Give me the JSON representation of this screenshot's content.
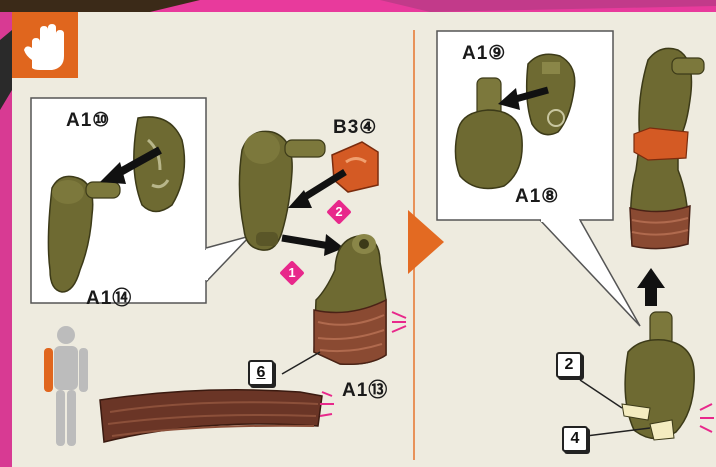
{
  "callout_left": {
    "part_top": "A1⑩",
    "part_bottom": "A1⑭"
  },
  "main_parts": {
    "b_part": "B3④",
    "leg_part": "A1⑬"
  },
  "order_marks": [
    "1",
    "2"
  ],
  "tags": {
    "sticker6": "6",
    "sticker2": "2",
    "sticker4": "4"
  },
  "callout_right": {
    "part_top": "A1⑨",
    "part_bottom": "A1⑧"
  },
  "colors": {
    "accent_orange": "#e0661e",
    "part_olive": "#6e6a32",
    "part_orange": "#d45a24",
    "bandage_brown": "#8a4a32",
    "order_pink": "#e8288b"
  }
}
